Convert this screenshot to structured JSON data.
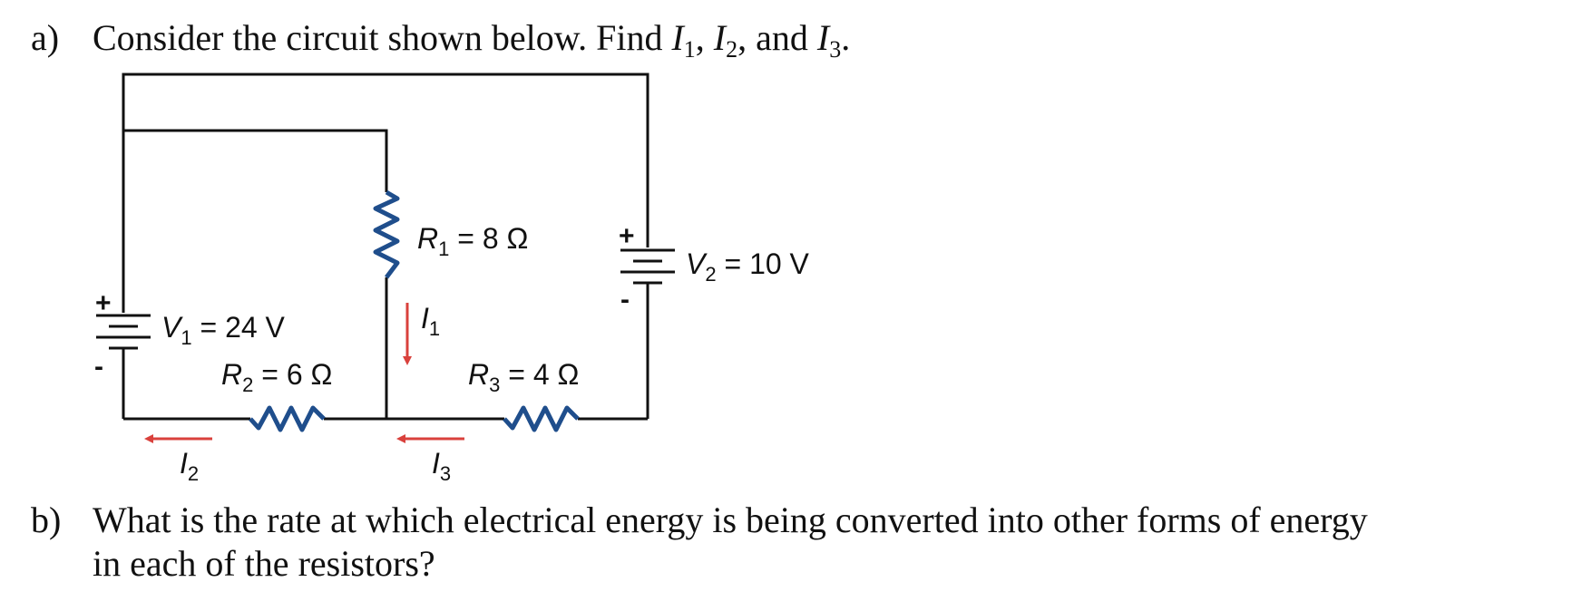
{
  "question_a": {
    "label": "a)",
    "text_before": "Consider the circuit shown below. Find ",
    "i1": "I",
    "i1_sub": "1",
    "sep1": ", ",
    "i2": "I",
    "i2_sub": "2",
    "sep2": ", and ",
    "i3": "I",
    "i3_sub": "3",
    "end": "."
  },
  "question_b": {
    "label": "b)",
    "line1": "What is the rate at which electrical energy is being converted into other forms of energy",
    "line2": "in each of the resistors?"
  },
  "circuit": {
    "r1": {
      "sym": "R",
      "sub": "1",
      "value": " = 8 Ω"
    },
    "r2": {
      "sym": "R",
      "sub": "2",
      "value": " = 6 Ω"
    },
    "r3": {
      "sym": "R",
      "sub": "3",
      "value": " = 4 Ω"
    },
    "v1": {
      "sym": "V",
      "sub": "1",
      "value": " = 24 V",
      "plus": "+",
      "minus": "-"
    },
    "v2": {
      "sym": "V",
      "sub": "2",
      "value": " = 10 V",
      "plus": "+",
      "minus": "-"
    },
    "i1": {
      "sym": "I",
      "sub": "1"
    },
    "i2": {
      "sym": "I",
      "sub": "2"
    },
    "i3": {
      "sym": "I",
      "sub": "3"
    },
    "wire_color": "#111111",
    "resistor_color": "#1f4e8c",
    "arrow_color": "#d9413c"
  }
}
